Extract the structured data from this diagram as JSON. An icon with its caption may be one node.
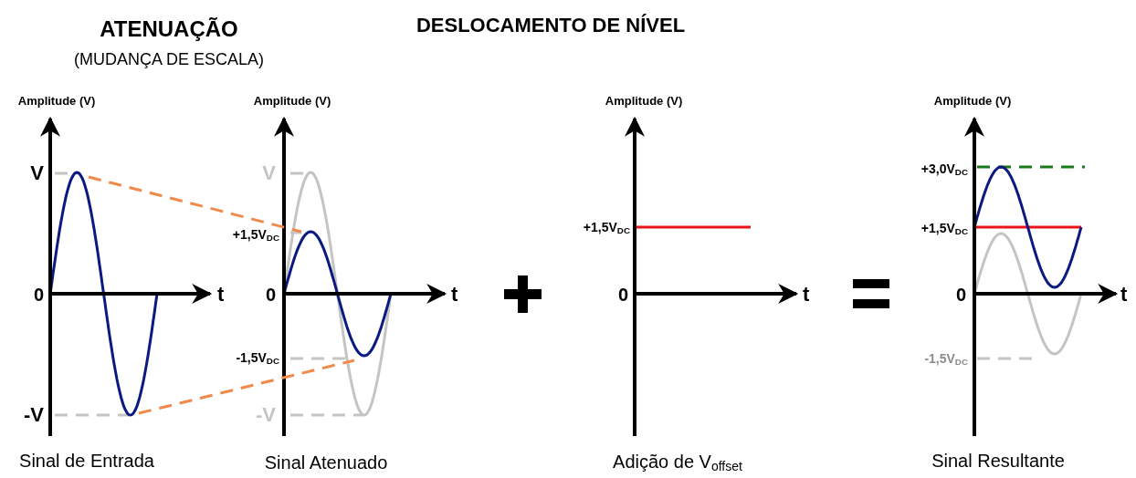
{
  "diagram": {
    "labels": [
      "ATENUAÇÃO",
      "(MUDANÇA DE ESCALA)",
      "DESLOCAMENTO DE NÍVEL",
      "Amplitude (V)",
      "V",
      "0",
      "t",
      "-V",
      "Sinal de Entrada",
      "Amplitude (V)",
      "V",
      "+1,5V$_{DC}$",
      "0",
      "t",
      "-1,5V$_{DC}$",
      "-V",
      "Sinal Atenuado",
      "Amplitude (V)",
      "+1,5V$_{DC}$",
      "0",
      "t",
      "Adição de V$_{offset}$",
      "Amplitude (V)",
      "+3,0V$_{DC}$",
      "+1,5V$_{DC}$",
      "0",
      "t",
      "-1,5V$_{DC}$",
      "Sinal Resultante"
    ]
  }
}
